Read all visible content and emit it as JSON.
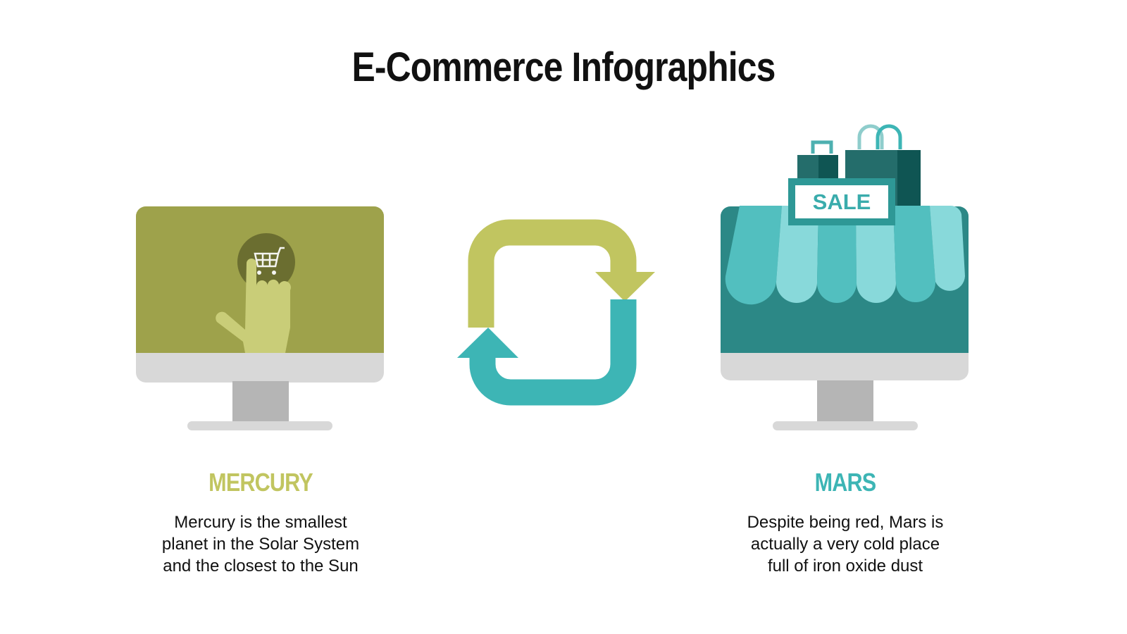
{
  "title": "E-Commerce Infographics",
  "colors": {
    "olive": "#9ea24b",
    "olive_light": "#c4c66a",
    "olive_dark": "#6b6e30",
    "teal": "#2c8886",
    "teal_bright": "#3db5b5",
    "teal_light": "#86d9da",
    "grey_frame": "#d8d8d8",
    "grey_stand": "#b5b5b5"
  },
  "left": {
    "icon": "monitor-hand-cart-icon",
    "heading": "MERCURY",
    "description_lines": [
      "Mercury is the smallest",
      "planet in the Solar System",
      "and the closest to the Sun"
    ]
  },
  "center": {
    "icon": "cycle-arrows-icon"
  },
  "right": {
    "icon": "monitor-storefront-icon",
    "sale_label": "SALE",
    "heading": "MARS",
    "description_lines": [
      "Despite being red, Mars is",
      "actually a very cold place",
      "full of iron oxide dust"
    ]
  }
}
